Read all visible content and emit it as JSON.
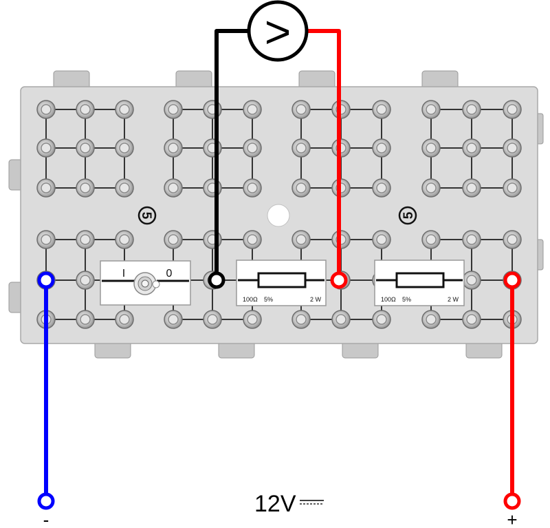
{
  "voltmeter": {
    "symbol": ">"
  },
  "switch": {
    "on_label": "I",
    "off_label": "0"
  },
  "resistors": [
    {
      "value": "100Ω",
      "tolerance": "5%",
      "power": "2 W"
    },
    {
      "value": "100Ω",
      "tolerance": "5%",
      "power": "2 W"
    }
  ],
  "markings": {
    "left": "5",
    "right": "5"
  },
  "supply": {
    "voltage": "12V",
    "minus": "-",
    "plus": "+"
  },
  "colors": {
    "negative": "#0000ff",
    "positive": "#ff0000",
    "probe_black": "#000000",
    "board": "#dcdcdc"
  }
}
